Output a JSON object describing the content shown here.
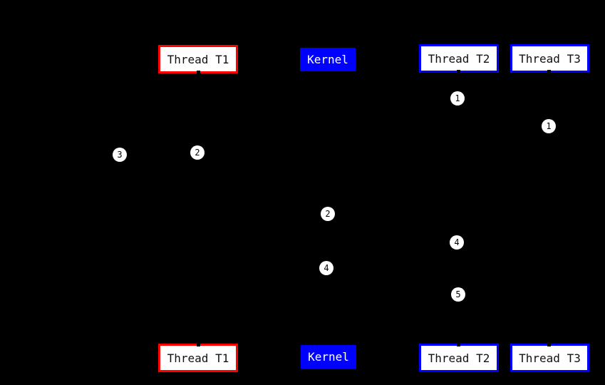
{
  "diagram": {
    "type": "sequence-diagram",
    "background_color": "#000000",
    "colors": {
      "thread_t1_border": "#ff0000",
      "thread_t2_t3_border": "#0000ff",
      "kernel_fill": "#0000ff",
      "box_fill": "#ffffff",
      "box_text": "#111111",
      "kernel_text": "#ffffff",
      "marker_fill": "#ffffff",
      "marker_text": "#000000"
    },
    "actors": [
      {
        "id": "thread-t1",
        "label": "Thread T1",
        "style": "red-border"
      },
      {
        "id": "kernel",
        "label": "Kernel",
        "style": "blue-fill"
      },
      {
        "id": "thread-t2",
        "label": "Thread T2",
        "style": "blue-border"
      },
      {
        "id": "thread-t3",
        "label": "Thread T3",
        "style": "blue-border"
      }
    ],
    "markers": [
      {
        "label": "1",
        "near": "thread-t2"
      },
      {
        "label": "1",
        "near": "thread-t3"
      },
      {
        "label": "2",
        "near": "thread-t1"
      },
      {
        "label": "3",
        "near": "left-of-thread-t1"
      },
      {
        "label": "2",
        "near": "kernel"
      },
      {
        "label": "4",
        "near": "kernel"
      },
      {
        "label": "4",
        "near": "thread-t2"
      },
      {
        "label": "5",
        "near": "thread-t2"
      }
    ]
  }
}
